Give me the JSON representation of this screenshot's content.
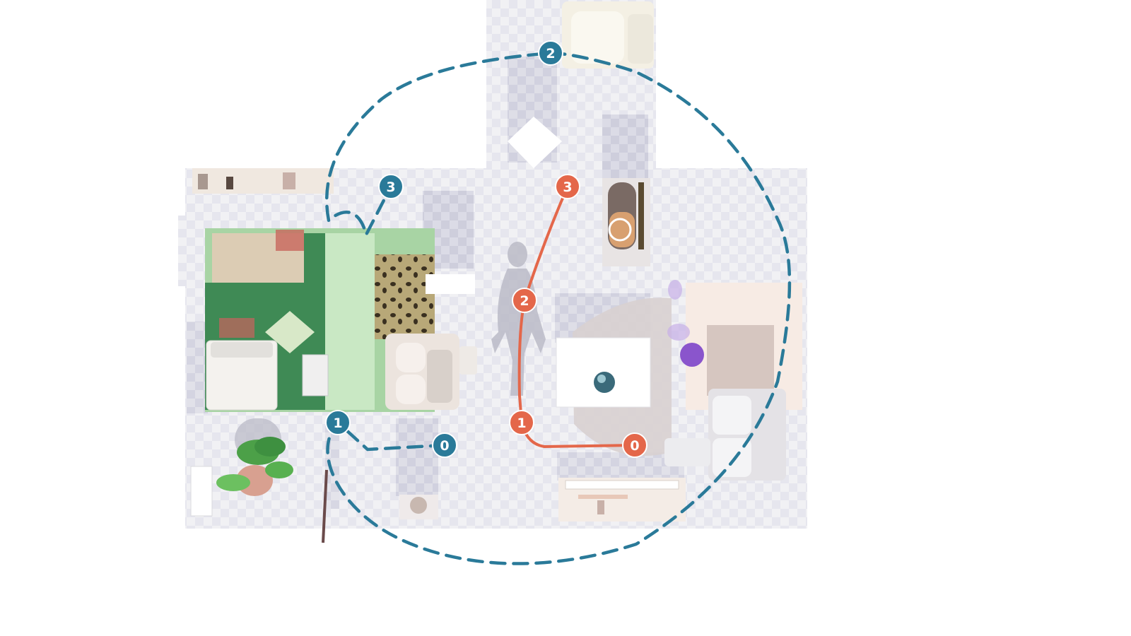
{
  "colors": {
    "background": "#ffffff",
    "floor": "#efeff2",
    "floor_check": "#dcdce6",
    "blue_route": "#2a7a99",
    "orange_route": "#e4674a",
    "agent_marker": "#8a55cc",
    "waypoint_text": "#ffffff"
  },
  "routes": {
    "blue": {
      "waypoints": [
        {
          "label": "0"
        },
        {
          "label": "1"
        },
        {
          "label": "2"
        },
        {
          "label": "3"
        }
      ]
    },
    "orange": {
      "waypoints": [
        {
          "label": "0"
        },
        {
          "label": "1"
        },
        {
          "label": "2"
        },
        {
          "label": "3"
        }
      ]
    }
  },
  "icons": {
    "agent": "agent-position-marker",
    "robot": "robot-sphere-icon",
    "plant": "potted-plant-icon",
    "human": "human-figure-silhouette",
    "lamp": "lamp-icon"
  }
}
